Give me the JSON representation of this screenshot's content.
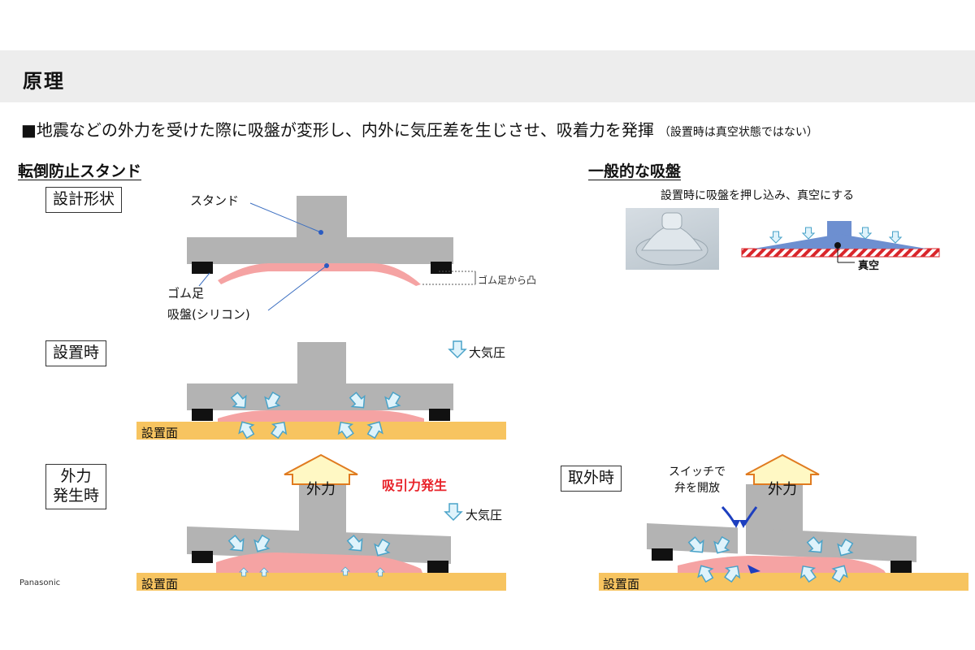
{
  "header": {
    "title": "原理"
  },
  "lead": {
    "main": "■地震などの外力を受けた際に吸盤が変形し、内外に気圧差を生じさせ、吸着力を発揮",
    "note": "（設置時は真空状態ではない）"
  },
  "left_section": {
    "title": "転倒防止スタンド",
    "design": {
      "label": "設計形状",
      "stand": "スタンド",
      "rubber_foot": "ゴム足",
      "suction_cup": "吸盤(シリコン)",
      "protrusion": "ゴム足から凸"
    },
    "installed": {
      "label": "設置時",
      "atm_pressure": "大気圧",
      "surface": "設置面"
    },
    "external_force": {
      "label_line1": "外力",
      "label_line2": "発生時",
      "force": "外力",
      "suction_force": "吸引力発生",
      "atm_pressure": "大気圧",
      "surface": "設置面"
    }
  },
  "right_section": {
    "title": "一般的な吸盤",
    "caption": "設置時に吸盤を押し込み、真空にする",
    "vacuum": "真空"
  },
  "removal": {
    "label": "取外時",
    "switch_line1": "スイッチで",
    "switch_line2": "弁を開放",
    "force": "外力",
    "surface": "設置面"
  },
  "footer": {
    "brand": "Panasonic"
  },
  "colors": {
    "stand_gray": "#b3b3b3",
    "suction_pink": "#f5a3a3",
    "surface_yellow": "#f7c460",
    "arrow_fill": "#dff3fb",
    "arrow_stroke": "#4aa3c9",
    "force_arrow_fill": "#fff8c4",
    "red_text": "#e8232a",
    "header_bg": "#ededed"
  }
}
